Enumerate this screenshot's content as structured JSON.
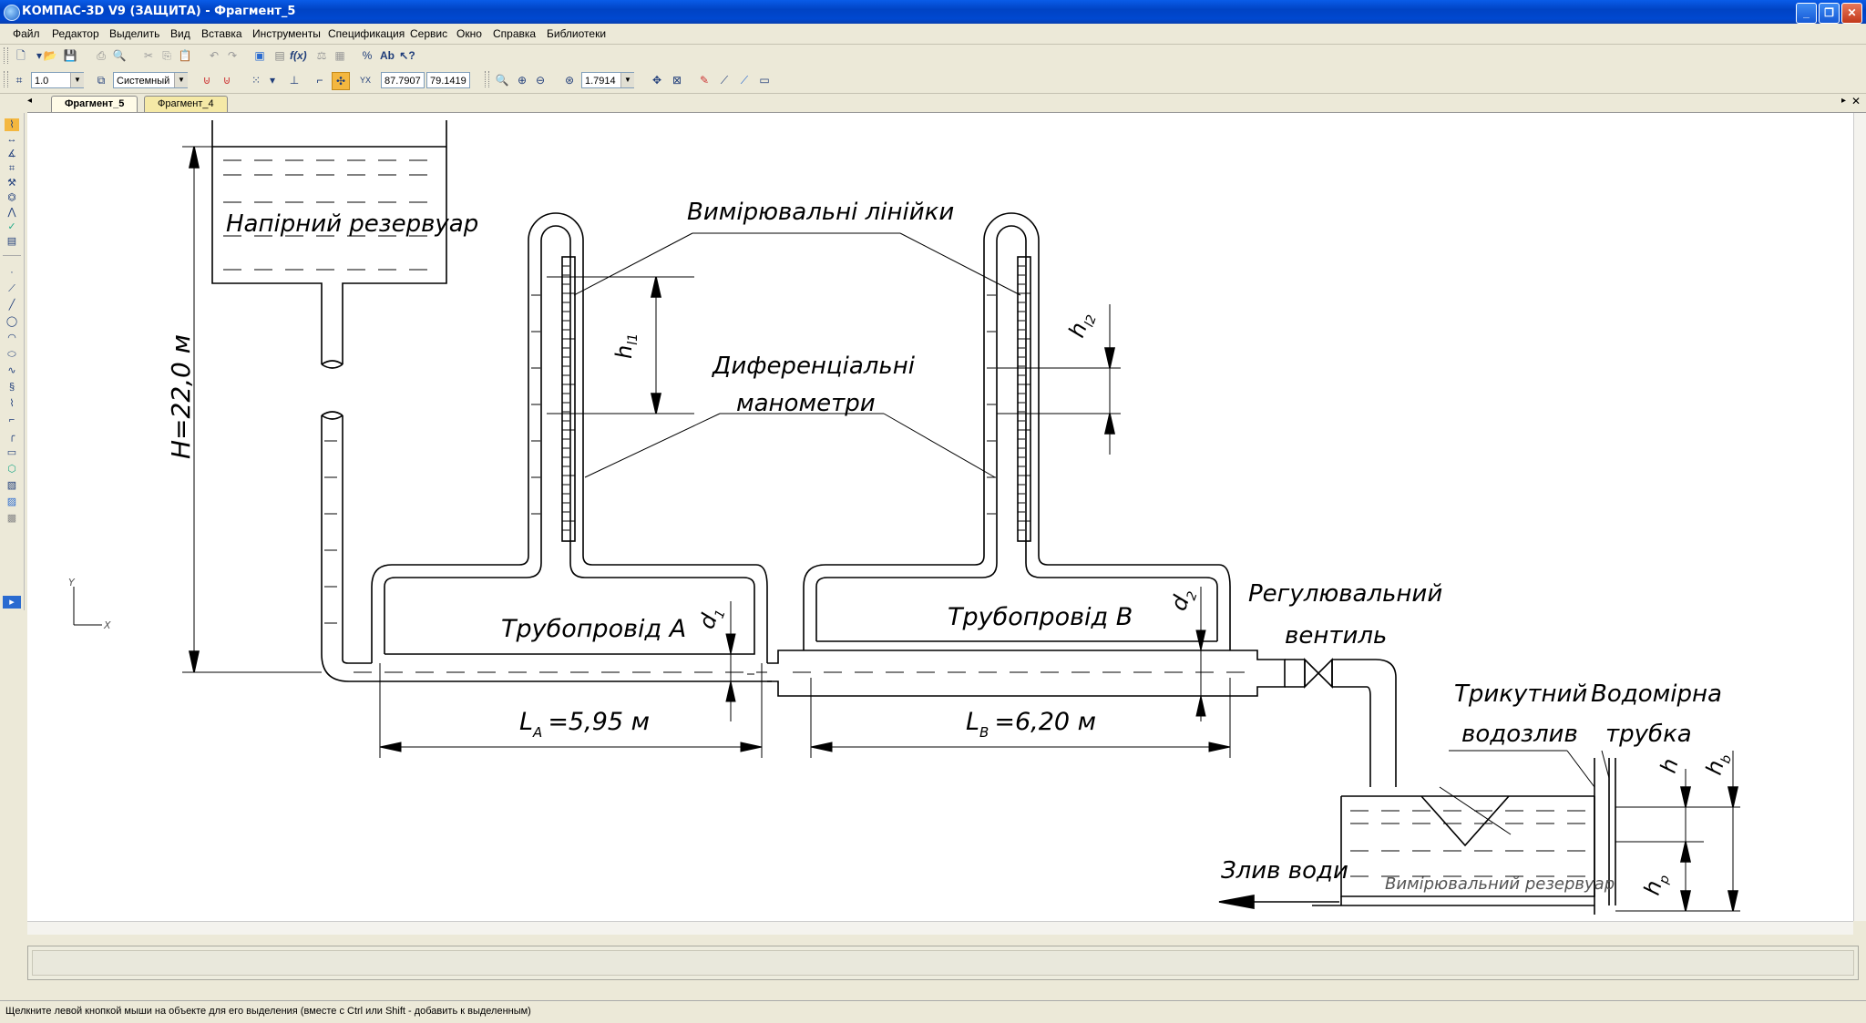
{
  "window": {
    "title": "КОМПАС-3D V9 (ЗАЩИТА) - Фрагмент_5"
  },
  "menu": [
    "Файл",
    "Редактор",
    "Выделить",
    "Вид",
    "Вставка",
    "Инструменты",
    "Спецификация",
    "Сервис",
    "Окно",
    "Справка",
    "Библиотеки"
  ],
  "toolbar": {
    "scale_value": "1.0",
    "style_value": "Системный",
    "coord_x": "87.7907",
    "coord_y": "79.1419",
    "zoom_value": "1.7914"
  },
  "tabs": [
    {
      "label": "Фрагмент_5",
      "active": true
    },
    {
      "label": "Фрагмент_4",
      "active": false
    }
  ],
  "drawing": {
    "tank_label": "Напірний резервуар",
    "height_label": "H=22,0 м",
    "rulers_label": "Вимірювальні лінійки",
    "manometers_label_1": "Диференціальні",
    "manometers_label_2": "манометри",
    "pipe_a_label": "Трубопровід А",
    "pipe_b_label": "Трубопровід В",
    "d1": "d",
    "d1_sub": "1",
    "d2": "d",
    "d2_sub": "2",
    "h_l1": "h",
    "h_l1_sub": "l1",
    "h_l2": "h",
    "h_l2_sub": "l2",
    "la_main": "L",
    "la_sub": "A",
    "la_value": "=5,95 м",
    "lb_main": "L",
    "lb_sub": "B",
    "lb_value": "=6,20 м",
    "valve_label_1": "Регулювальний",
    "valve_label_2": "вентиль",
    "weir_label_1": "Трикутний",
    "weir_label_2": "водозлив",
    "tube_label_1": "Водомірна",
    "tube_label_2": "трубка",
    "drain_label": "Злив води",
    "meas_tank_label": "Вимірювальний резервуар",
    "h": "h",
    "hb": "h",
    "hb_sub": "b",
    "hp": "h",
    "hp_sub": "p",
    "axis_x": "X",
    "axis_y": "Y"
  },
  "status": {
    "text": "Щелкните левой кнопкой мыши на объекте для его выделения (вместе с Ctrl или Shift - добавить к выделенным)"
  }
}
